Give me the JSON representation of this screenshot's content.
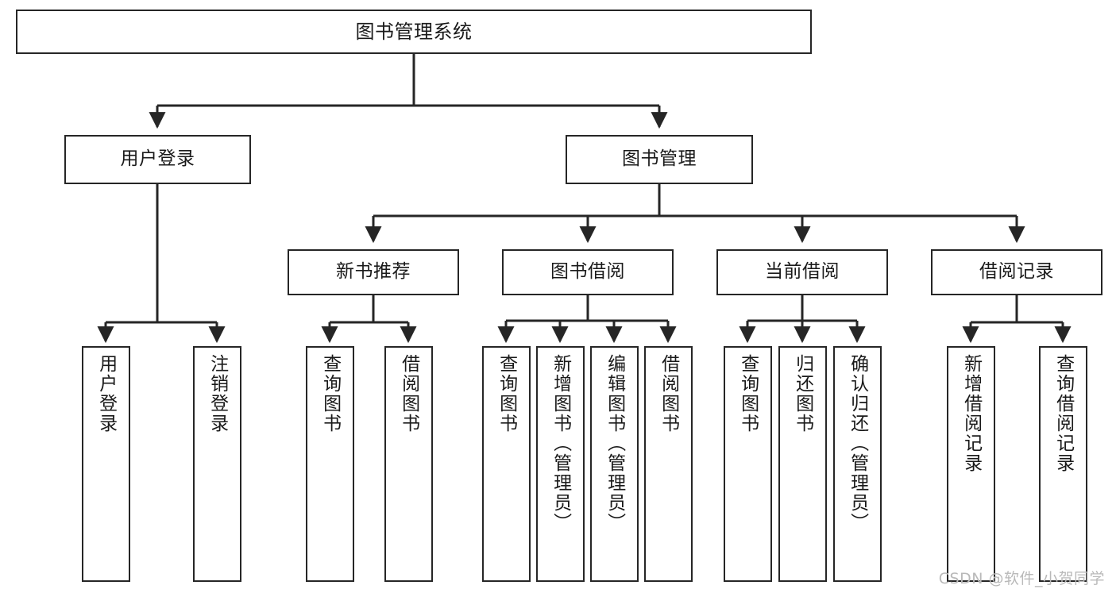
{
  "diagram": {
    "type": "tree",
    "title": "图书管理系统",
    "orientation": "top-down",
    "line_color": "#262626",
    "box_fill": "#ffffff",
    "text_color": "#1a1a1a",
    "watermark": "CSDN @软件_小贺同学"
  },
  "nodes": {
    "root": {
      "label": "图书管理系统"
    },
    "level1": [
      {
        "label": "用户登录"
      },
      {
        "label": "图书管理"
      }
    ],
    "level2": [
      {
        "label": "新书推荐"
      },
      {
        "label": "图书借阅"
      },
      {
        "label": "当前借阅"
      },
      {
        "label": "借阅记录"
      }
    ],
    "leaves_user_login": [
      {
        "label": "用户登录"
      },
      {
        "label": "注销登录"
      }
    ],
    "leaves_new_book": [
      {
        "label": "查询图书"
      },
      {
        "label": "借阅图书"
      }
    ],
    "leaves_borrow": [
      {
        "label": "查询图书"
      },
      {
        "label": "新增图书（管理员）"
      },
      {
        "label": "编辑图书（管理员）"
      },
      {
        "label": "借阅图书"
      }
    ],
    "leaves_current": [
      {
        "label": "查询图书"
      },
      {
        "label": "归还图书"
      },
      {
        "label": "确认归还（管理员）"
      }
    ],
    "leaves_records": [
      {
        "label": "新增借阅记录"
      },
      {
        "label": "查询借阅记录"
      }
    ]
  }
}
